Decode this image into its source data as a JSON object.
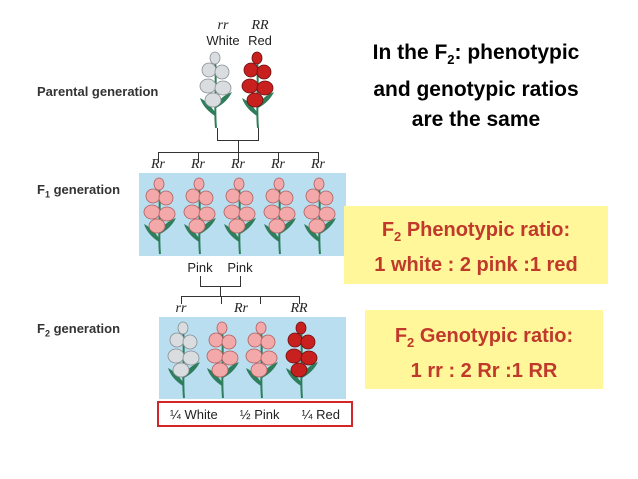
{
  "title": {
    "line1_pre": "In the F",
    "line1_sub": "2",
    "line1_post": ": phenotypic",
    "line2": "and genotypic ratios",
    "line3": "are the same"
  },
  "generations": {
    "parental": {
      "label": "Parental generation",
      "genotypes": [
        "rr",
        "RR"
      ],
      "phenotypes": [
        "White",
        "Red"
      ]
    },
    "f1": {
      "label_main": "F",
      "label_sub": "1",
      "label_rest": " generation",
      "genotypes": [
        "Rr",
        "Rr",
        "Rr",
        "Rr",
        "Rr"
      ],
      "cross_phenotypes": [
        "Pink",
        "Pink"
      ]
    },
    "f2": {
      "label_main": "F",
      "label_sub": "2",
      "label_rest": " generation",
      "genotypes": [
        "rr",
        "Rr",
        "RR"
      ],
      "result": [
        "¼ White",
        "½ Pink",
        "¼ Red"
      ]
    }
  },
  "phenotypic_ratio": {
    "head_pre": "F",
    "head_sub": "2",
    "head_post": " Phenotypic ratio:",
    "value": "1 white : 2 pink :1 red"
  },
  "genotypic_ratio": {
    "head_pre": "F",
    "head_sub": "2",
    "head_post": " Genotypic ratio:",
    "value": "1 rr : 2 Rr :1 RR"
  },
  "colors": {
    "white_flower": "#d9dde0",
    "pink_flower": "#f3a9a9",
    "red_flower": "#c8201f",
    "band": "#b8def0",
    "highlight_box": "#fff79a",
    "ratio_text": "#c0392b",
    "result_border": "#d3262c"
  }
}
